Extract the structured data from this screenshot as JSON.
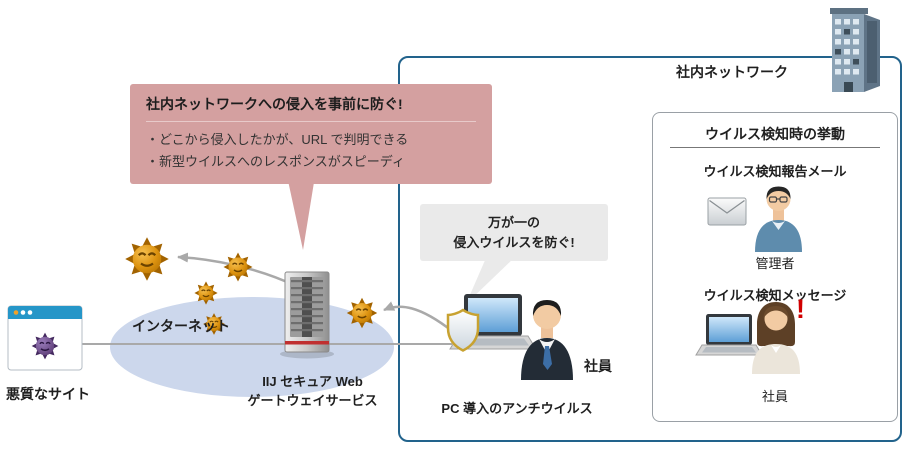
{
  "colors": {
    "network_border": "#22638c",
    "callout_pink": "#d4a0a0",
    "callout_gray": "#eaeaea",
    "internet_ellipse": "#ccd7ec",
    "virus_orange": "#dd9310",
    "virus_purple": "#55356e",
    "alert_red": "#d10000"
  },
  "network": {
    "label": "社内ネットワーク"
  },
  "detection_panel": {
    "title": "ウイルス検知時の挙動",
    "mail_title": "ウイルス検知報告メール",
    "mail_person": "管理者",
    "message_title": "ウイルス検知メッセージ",
    "message_person": "社員",
    "exclamation": "!"
  },
  "prevention_callout": {
    "title": "社内ネットワークへの侵入を事前に防ぐ!",
    "bullets": [
      "・どこから侵入したかが、URL で判明できる",
      "・新型ウイルスへのレスポンスがスピーディ"
    ]
  },
  "antivirus_callout": {
    "line1": "万が一の",
    "line2": "侵入ウイルスを防ぐ!"
  },
  "internet": {
    "label": "インターネット"
  },
  "malicious_site": {
    "label": "悪質なサイト"
  },
  "gateway": {
    "line1": "IIJ セキュア Web",
    "line2": "ゲートウェイサービス"
  },
  "pc": {
    "label": "PC 導入のアンチウイルス",
    "person": "社員"
  }
}
